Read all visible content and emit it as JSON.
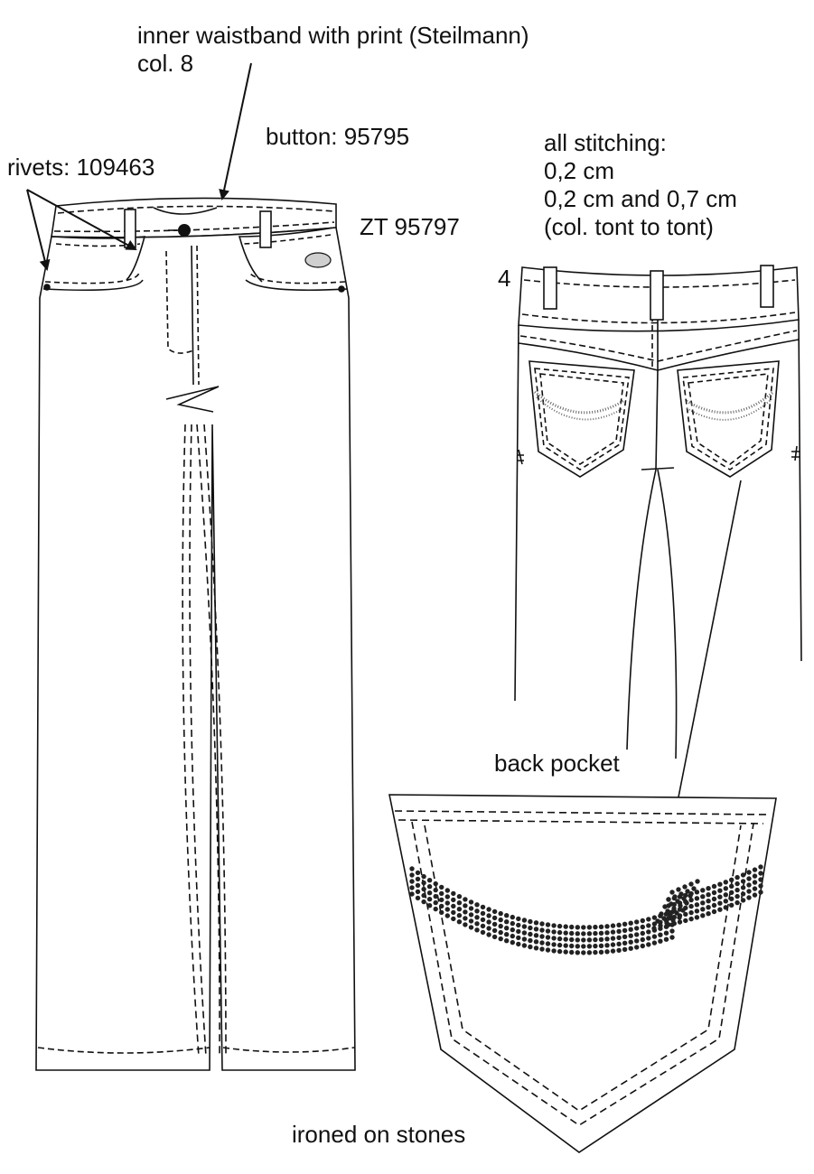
{
  "labels": {
    "waistband_line1": "inner waistband with print (Steilmann)",
    "waistband_line2": "col. 8",
    "button": "button: 95795",
    "rivets": "rivets: 109463",
    "zipper": "ZT 95797",
    "stitching_title": "all stitching:",
    "stitching_1": "0,2 cm",
    "stitching_2": "0,2 cm and 0,7 cm",
    "stitching_3": "(col. tont to tont)",
    "size_marker": "4",
    "back_pocket": "back pocket",
    "ironed_stones": "ironed on stones"
  },
  "colors": {
    "line": "#111111",
    "patch_fill": "#cfcfcf",
    "stone_fill": "#222222",
    "background": "#ffffff"
  }
}
